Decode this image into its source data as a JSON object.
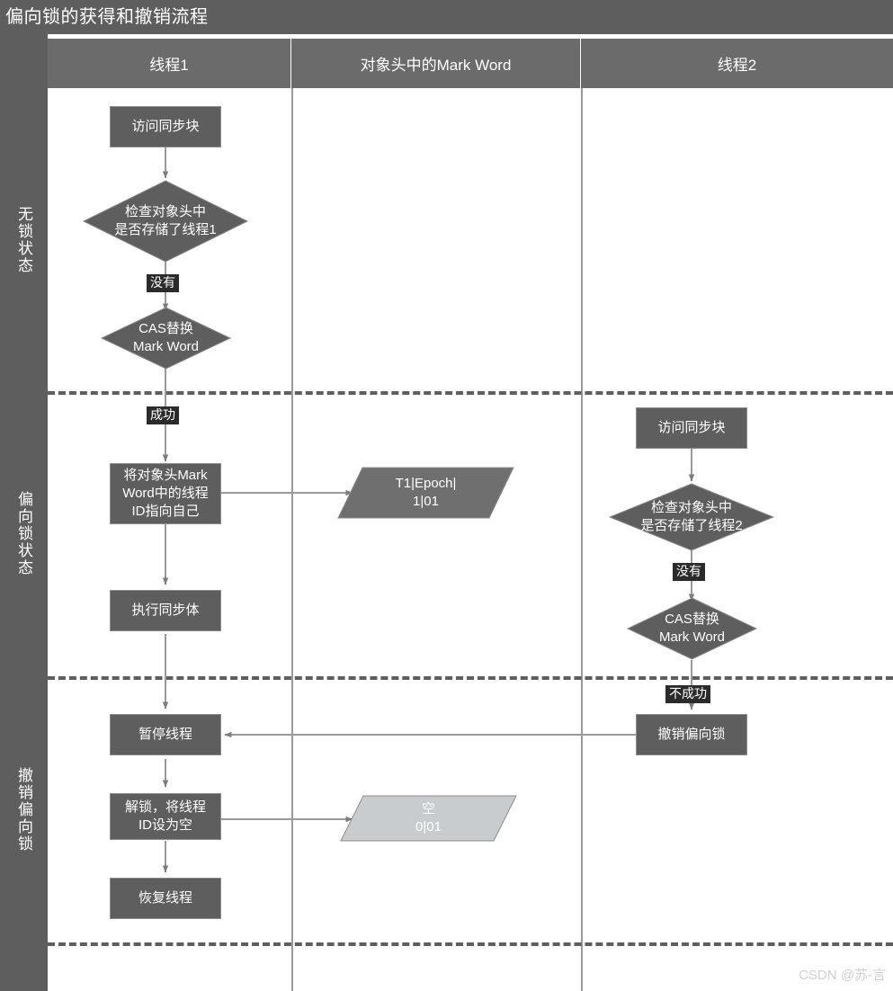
{
  "title": "偏向锁的获得和撤销流程",
  "watermark": "CSDN @苏-言",
  "columns": [
    {
      "id": "thread1",
      "label": "线程1"
    },
    {
      "id": "markword",
      "label": "对象头中的Mark Word"
    },
    {
      "id": "thread2",
      "label": "线程2"
    }
  ],
  "lanes": [
    {
      "id": "unlocked",
      "label": "无锁状态"
    },
    {
      "id": "biased",
      "label": "偏向锁状态"
    },
    {
      "id": "revoke",
      "label": "撤销偏向锁"
    }
  ],
  "nodes": {
    "t1_enter": {
      "label": "访问同步块",
      "shape": "rect"
    },
    "t1_check": {
      "label": "检查对象头中\n是否存储了线程1",
      "shape": "diamond"
    },
    "t1_cas": {
      "label": "CAS替换\nMark Word",
      "shape": "diamond"
    },
    "t1_setid": {
      "label": "将对象头Mark\nWord中的线程\nID指向自己",
      "shape": "rect"
    },
    "t1_exec": {
      "label": "执行同步体",
      "shape": "rect"
    },
    "t1_pause": {
      "label": "暂停线程",
      "shape": "rect"
    },
    "t1_unlock": {
      "label": "解锁，将线程\nID设为空",
      "shape": "rect"
    },
    "t1_resume": {
      "label": "恢复线程",
      "shape": "rect"
    },
    "mw_biased": {
      "label": "T1|Epoch|\n1|01",
      "shape": "parallelogram"
    },
    "mw_empty": {
      "label": "空\n0|01",
      "shape": "parallelogram"
    },
    "t2_enter": {
      "label": "访问同步块",
      "shape": "rect"
    },
    "t2_check": {
      "label": "检查对象头中\n是否存储了线程2",
      "shape": "diamond"
    },
    "t2_cas": {
      "label": "CAS替换\nMark Word",
      "shape": "diamond"
    },
    "t2_revoke": {
      "label": "撤销偏向锁",
      "shape": "rect"
    }
  },
  "edge_labels": {
    "t1_none": "没有",
    "t1_success": "成功",
    "t2_none": "没有",
    "t2_fail": "不成功"
  },
  "colors": {
    "header_bar": "#5e5e5e",
    "column_header": "#6b6b6b",
    "node_dark": "#5e5e5e",
    "node_light": "#c8ccce",
    "node_border": "#8c8c8c",
    "connector": "#9a9a9a",
    "lane_separator": "#5e5e5e",
    "label_bg": "#2b2b2b",
    "text_light": "#ffffff",
    "watermark": "#d0d0d0"
  }
}
